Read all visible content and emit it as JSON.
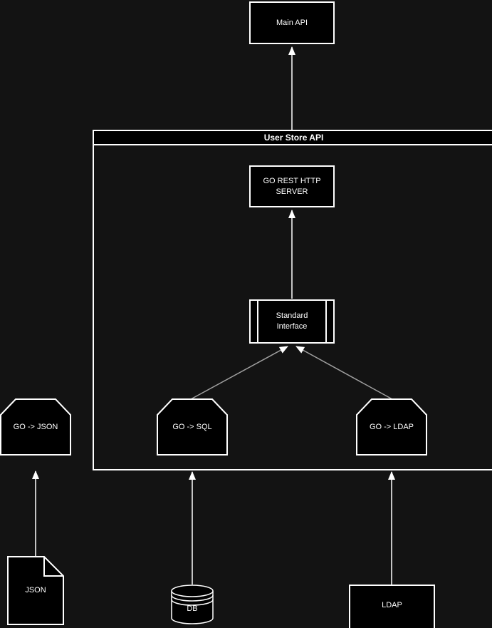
{
  "diagram": {
    "background_color": "#131313",
    "node_fill_color": "#000000",
    "node_border_color": "#ffffff",
    "text_color": "#ffffff",
    "connector_color": "#ffffff",
    "diagonal_connector_color": "#a0a0a0",
    "boundary": {
      "title": "User Store API"
    },
    "nodes": {
      "main_api": {
        "label": "Main API",
        "shape": "rectangle"
      },
      "go_rest_server": {
        "lines": [
          "GO REST HTTP",
          "SERVER"
        ],
        "shape": "rectangle"
      },
      "standard_interface": {
        "lines": [
          "Standard",
          "Interface"
        ],
        "shape": "component"
      },
      "go_json": {
        "label": "GO -> JSON",
        "shape": "chamfered-rectangle"
      },
      "go_sql": {
        "label": "GO -> SQL",
        "shape": "chamfered-rectangle"
      },
      "go_ldap": {
        "label": "GO -> LDAP",
        "shape": "chamfered-rectangle"
      },
      "json_file": {
        "label": "JSON",
        "shape": "document"
      },
      "db": {
        "label": "DB",
        "shape": "database-cylinder"
      },
      "ldap": {
        "label": "LDAP",
        "shape": "rectangle"
      }
    },
    "edges": [
      {
        "from": "user_store_api_boundary",
        "to": "main_api"
      },
      {
        "from": "standard_interface",
        "to": "go_rest_server"
      },
      {
        "from": "go_sql",
        "to": "standard_interface"
      },
      {
        "from": "go_ldap",
        "to": "standard_interface"
      },
      {
        "from": "json_file",
        "to": "go_json"
      },
      {
        "from": "db",
        "to": "go_sql"
      },
      {
        "from": "ldap",
        "to": "go_ldap"
      }
    ]
  }
}
